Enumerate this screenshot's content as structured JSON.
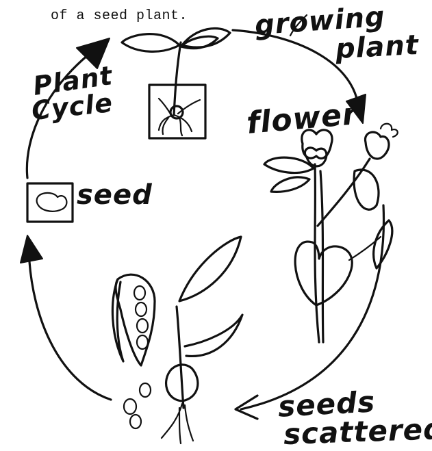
{
  "caption": "of a seed plant.",
  "labels": {
    "title_line1": "Plant",
    "title_line2": "Cycle",
    "growing_line1": "growing",
    "growing_line2": "plant",
    "flower": "flower",
    "seed": "seed",
    "seeds_line1": "seeds",
    "seeds_line2": "scattered"
  }
}
